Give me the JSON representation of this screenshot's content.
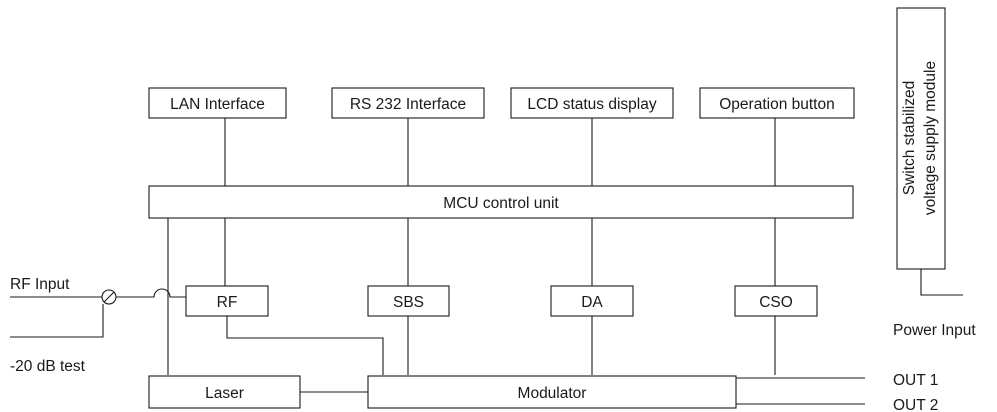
{
  "blocks": {
    "lan": "LAN Interface",
    "rs232": "RS 232 Interface",
    "lcd": "LCD status display",
    "button": "Operation button",
    "mcu": "MCU control unit",
    "rf": "RF",
    "sbs": "SBS",
    "da": "DA",
    "cso": "CSO",
    "laser": "Laser",
    "modulator": "Modulator",
    "power_module_line1": "Switch stabilized",
    "power_module_line2": "voltage supply module"
  },
  "ports": {
    "rf_input": "RF Input",
    "test": "-20 dB test",
    "power_input": "Power Input",
    "out1": "OUT 1",
    "out2": "OUT 2"
  },
  "colors": {
    "line": "#1a1a1a",
    "background": "#ffffff"
  }
}
